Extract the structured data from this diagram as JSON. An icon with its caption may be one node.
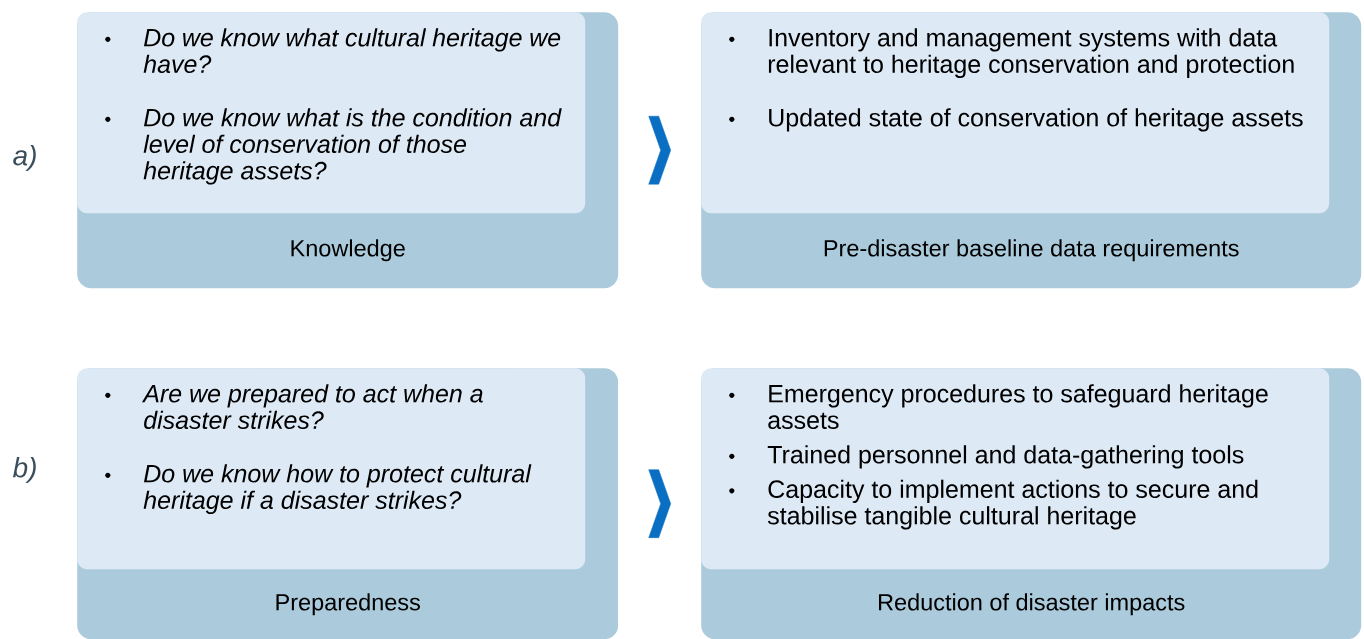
{
  "diagram": {
    "nodes": [
      {
        "text": [
          "Knowledge"
        ]
      },
      {
        "text": [
          "Do we know what cultural heritage we have?",
          "Do we know what is the condition and level of conservation of those heritage assets?"
        ],
        "in": 0
      },
      {
        "text": [
          "Pre-disaster baseline data requirements"
        ]
      },
      {
        "text": [
          "Inventory and management systems with data relevant to heritage conservation and protection",
          "Updated state of conservation of heritage assets"
        ],
        "in": 2
      },
      {
        "text": [
          "Preparedness"
        ]
      },
      {
        "text": [
          "Are we prepared to act when a disaster strikes?",
          "Do we know how to protect cultural heritage if a disaster strikes?"
        ],
        "in": 4
      },
      {
        "text": [
          "Reduction of disaster impacts"
        ]
      },
      {
        "text": [
          "Emergency procedures to safeguard heritage assets",
          "Trained personnel and data-gathering tools",
          "Capacity to implement actions to secure and stabilise tangible cultural heritage"
        ],
        "in": 6
      }
    ],
    "edges": [
      {
        "from": 0,
        "to": 2,
        "arrow": "to"
      },
      {
        "from": 4,
        "to": 6,
        "arrow": "to"
      }
    ],
    "labels": [
      "a)",
      "b)"
    ]
  }
}
